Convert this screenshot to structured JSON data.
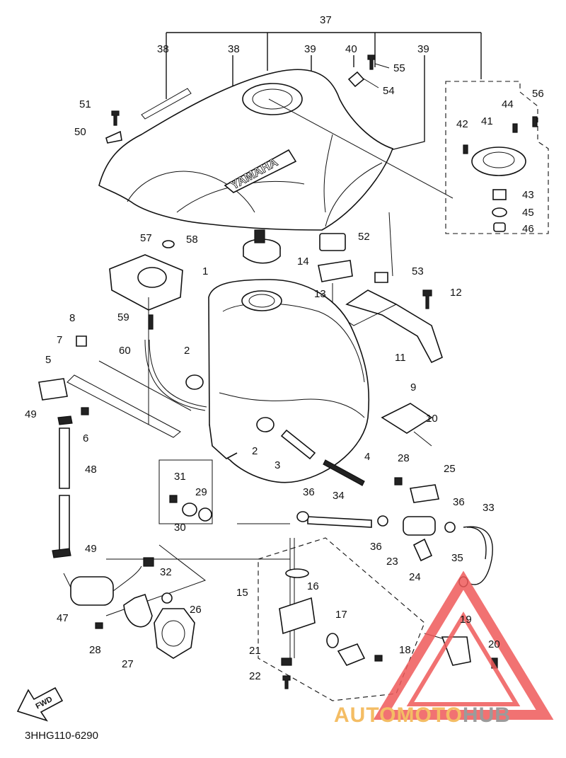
{
  "diagram": {
    "drawing_code": "3HHG110-6290",
    "direction_marker": "FWD",
    "tank_emblem": "YAMAHA",
    "watermark": {
      "part1": "AUTOMOTO",
      "part2": "HUB",
      "color1": "#f3b24a",
      "color2": "#8a8a8a",
      "triangle_color": "#ef5a5a"
    },
    "callouts": {
      "c37": "37",
      "c38a": "38",
      "c38b": "38",
      "c39a": "39",
      "c39b": "39",
      "c40": "40",
      "c55": "55",
      "c54": "54",
      "c56": "56",
      "c44": "44",
      "c42": "42",
      "c41": "41",
      "c43": "43",
      "c45": "45",
      "c46": "46",
      "c51": "51",
      "c50": "50",
      "c57": "57",
      "c58": "58",
      "c52": "52",
      "c14": "14",
      "c1": "1",
      "c53": "53",
      "c13": "13",
      "c12": "12",
      "c59": "59",
      "c8": "8",
      "c60": "60",
      "c7": "7",
      "c5": "5",
      "c2a": "2",
      "c2b": "2",
      "c11": "11",
      "c9": "9",
      "c10": "10",
      "c49a": "49",
      "c6": "6",
      "c3": "3",
      "c4": "4",
      "c28a": "28",
      "c25": "25",
      "c48": "48",
      "c31": "31",
      "c29": "29",
      "c36a": "36",
      "c34": "34",
      "c36b": "36",
      "c33": "33",
      "c30": "30",
      "c36c": "36",
      "c23": "23",
      "c24": "24",
      "c49b": "49",
      "c35": "35",
      "c32": "32",
      "c15": "15",
      "c16": "16",
      "c47": "47",
      "c26": "26",
      "c17": "17",
      "c19": "19",
      "c28b": "28",
      "c27": "27",
      "c21": "21",
      "c18": "18",
      "c20": "20",
      "c22": "22"
    }
  }
}
